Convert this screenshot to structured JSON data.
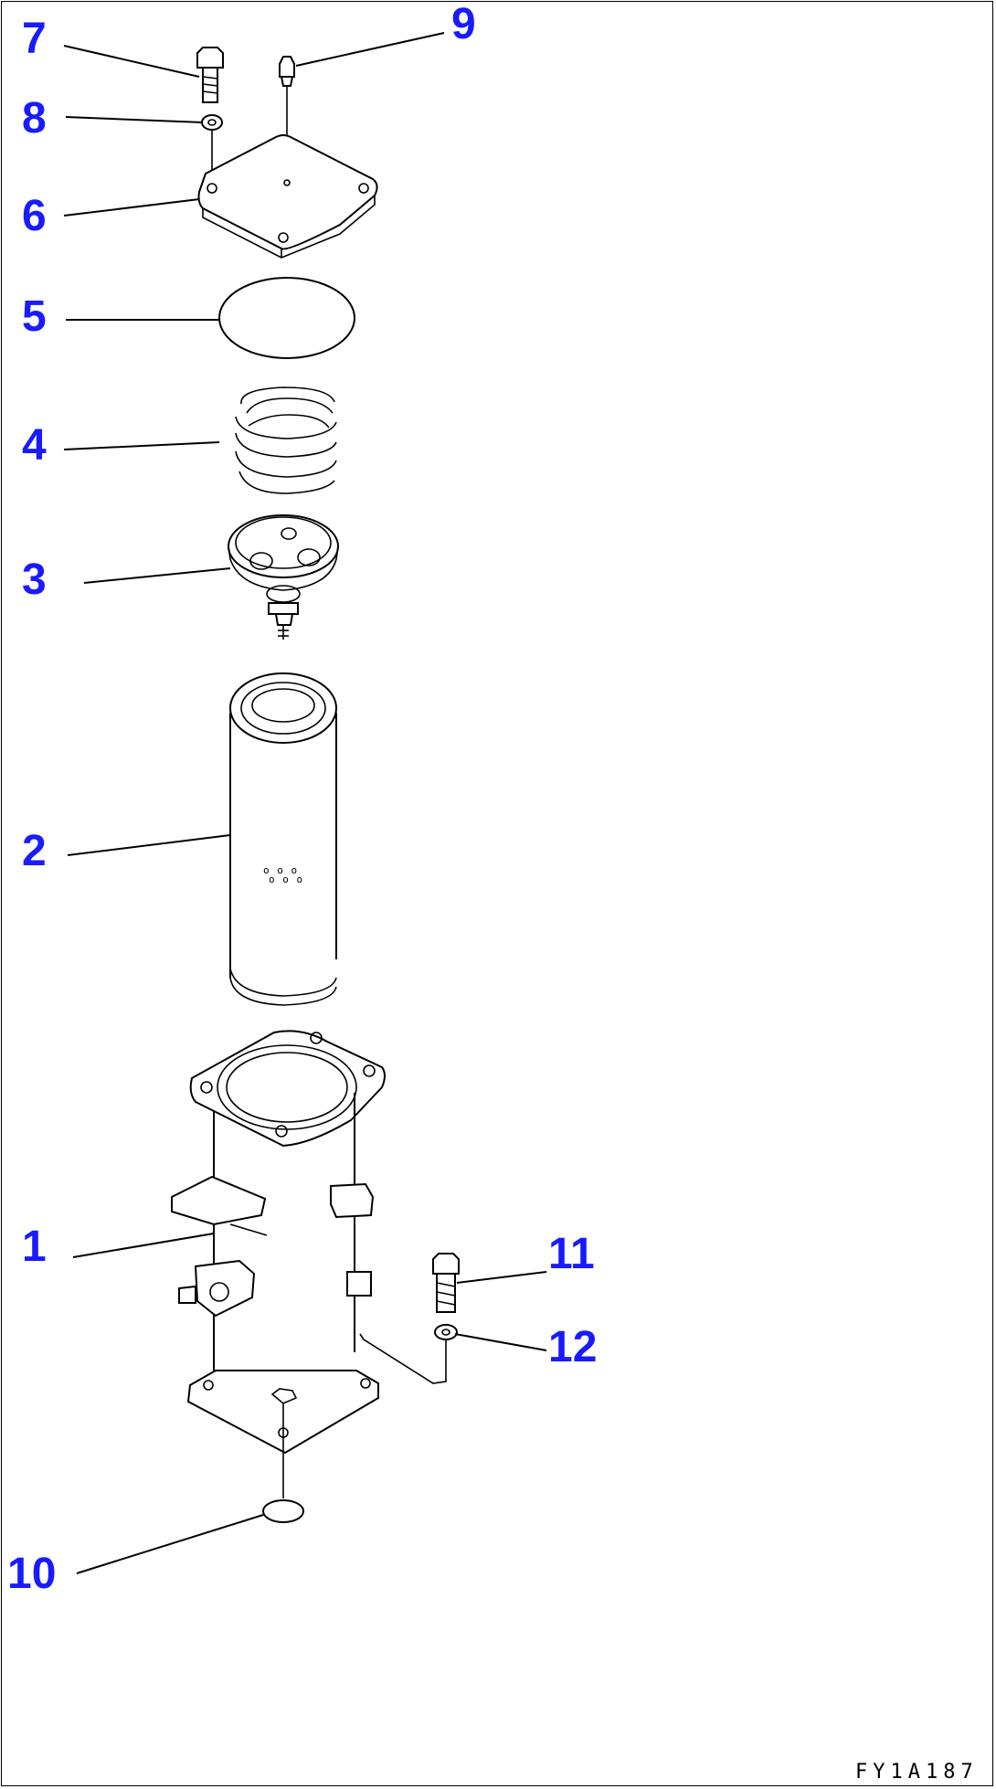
{
  "drawing_code": "FY1A187",
  "callouts": [
    {
      "id": "7",
      "label": "7"
    },
    {
      "id": "8",
      "label": "8"
    },
    {
      "id": "9",
      "label": "9"
    },
    {
      "id": "6",
      "label": "6"
    },
    {
      "id": "5",
      "label": "5"
    },
    {
      "id": "4",
      "label": "4"
    },
    {
      "id": "3",
      "label": "3"
    },
    {
      "id": "2",
      "label": "2"
    },
    {
      "id": "1",
      "label": "1"
    },
    {
      "id": "11",
      "label": "11"
    },
    {
      "id": "12",
      "label": "12"
    },
    {
      "id": "10",
      "label": "10"
    }
  ],
  "colors": {
    "callout": "#1a1aff",
    "line": "#000000",
    "background": "#ffffff"
  }
}
